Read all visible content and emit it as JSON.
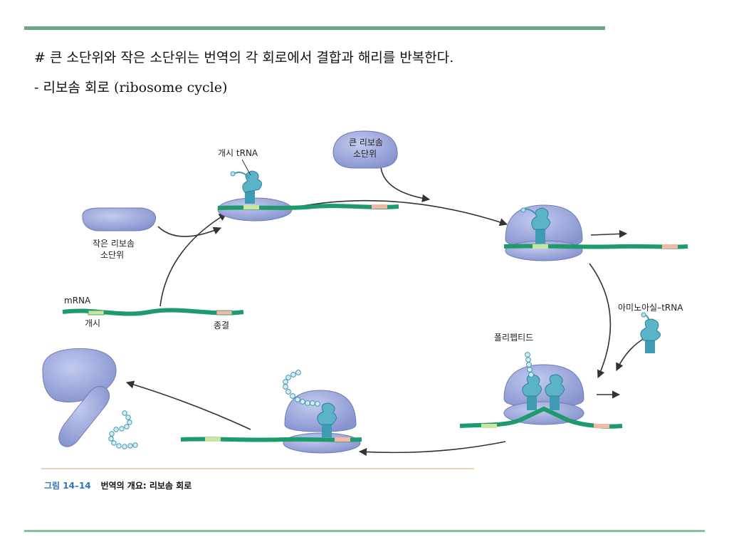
{
  "slide": {
    "heading_line1": "# 큰 소단위와 작은 소단위는 번역의 각 회로에서 결합과 해리를 반복한다.",
    "heading_line2": "- 리보솜 회로 (ribosome cycle)"
  },
  "diagram": {
    "labels": {
      "initiator_trna": "개시 tRNA",
      "large_subunit_l1": "큰 리보솜",
      "large_subunit_l2": "소단위",
      "small_subunit_l1": "작은 리보솜",
      "small_subunit_l2": "소단위",
      "mrna": "mRNA",
      "start": "개시",
      "stop": "종결",
      "aminoacyl_trna": "아미노아실–tRNA",
      "polypeptide": "폴리펩티드"
    },
    "colors": {
      "ribosome": "#9aa6d8",
      "ribosome_stroke": "#6f7cb4",
      "mrna": "#1e9a6c",
      "start_codon": "#c8e6a0",
      "stop_codon": "#f6b8a4",
      "trna": "#3f9bb4",
      "arrow": "#333333"
    }
  },
  "caption": {
    "figure_number": "그림 14–14",
    "text": "번역의 개요: 리보솜 회로"
  }
}
